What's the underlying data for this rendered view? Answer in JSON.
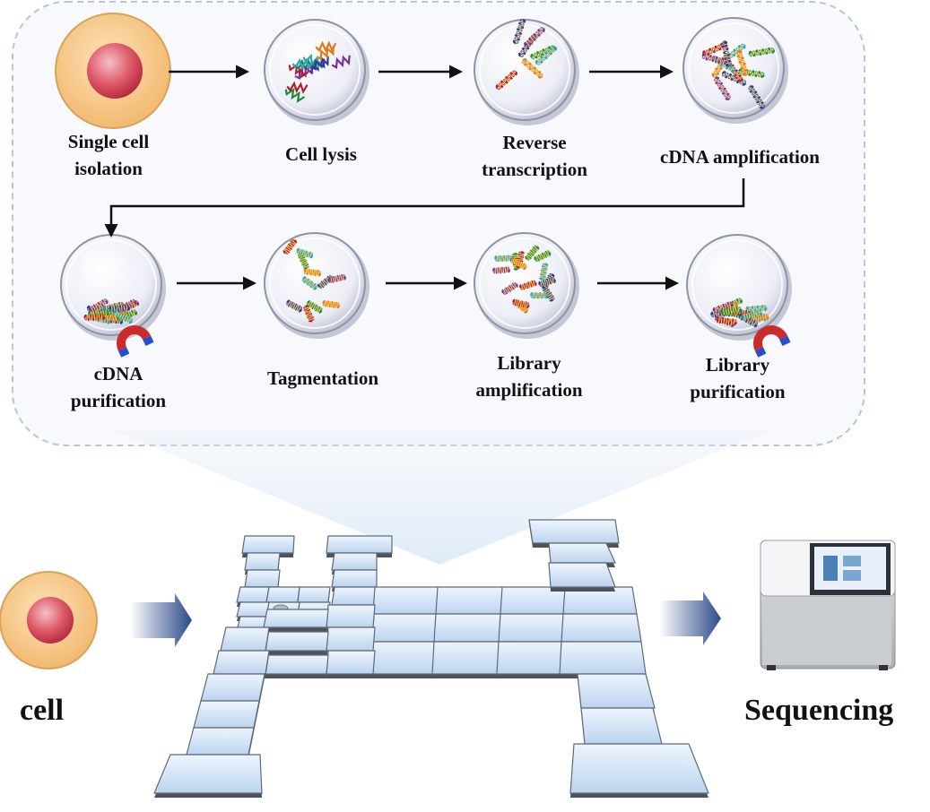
{
  "steps": [
    {
      "line1": "Single cell",
      "line2": "isolation"
    },
    {
      "line1": "Cell lysis",
      "line2": ""
    },
    {
      "line1": "Reverse",
      "line2": "transcription"
    },
    {
      "line1": "cDNA amplification",
      "line2": ""
    },
    {
      "line1": "cDNA",
      "line2": "purification"
    },
    {
      "line1": "Tagmentation",
      "line2": ""
    },
    {
      "line1": "Library",
      "line2": "amplification"
    },
    {
      "line1": "Library",
      "line2": "purification"
    }
  ],
  "bottom": {
    "cell_label": "cell",
    "sequencing_label": "Sequencing"
  },
  "colors": {
    "frame": "#b7c6d8",
    "panel": "#f7f9fc",
    "chip_tile": "#d6e6f8",
    "chip_edge": "#6b6f75",
    "cell_body": "#f8cf95",
    "nucleus": "#d9414f",
    "arrow": "#111111",
    "dna_colors": [
      "#2b3a99",
      "#1f8a3a",
      "#b01e2e",
      "#2aa2b8",
      "#e07a1f",
      "#7a2f9a"
    ]
  },
  "icons": [
    "magnet-icon",
    "sequencer-icon",
    "chevron-arrow-icon"
  ]
}
